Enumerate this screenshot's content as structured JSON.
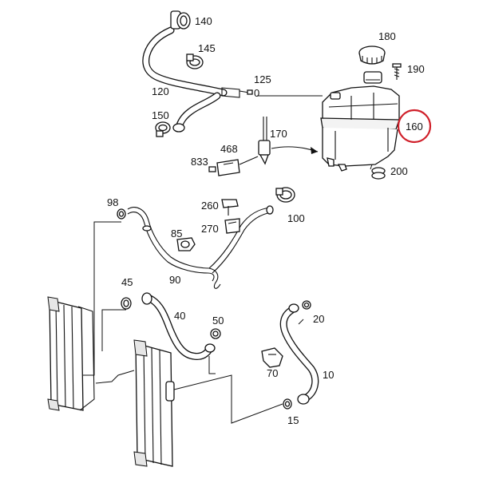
{
  "diagram": {
    "callouts": {
      "p140": "140",
      "p145": "145",
      "p120": "120",
      "p150": "150",
      "p125": "125",
      "p0": "0",
      "p170": "170",
      "p468": "468",
      "p833": "833",
      "p180": "180",
      "p190": "190",
      "p160": "160",
      "p200": "200",
      "p98": "98",
      "p260": "260",
      "p270": "270",
      "p85": "85",
      "p100": "100",
      "p90": "90",
      "p45": "45",
      "p40": "40",
      "p50": "50",
      "p20": "20",
      "p70": "70",
      "p10": "10",
      "p15": "15"
    },
    "highlight_color": "#d0202a"
  }
}
